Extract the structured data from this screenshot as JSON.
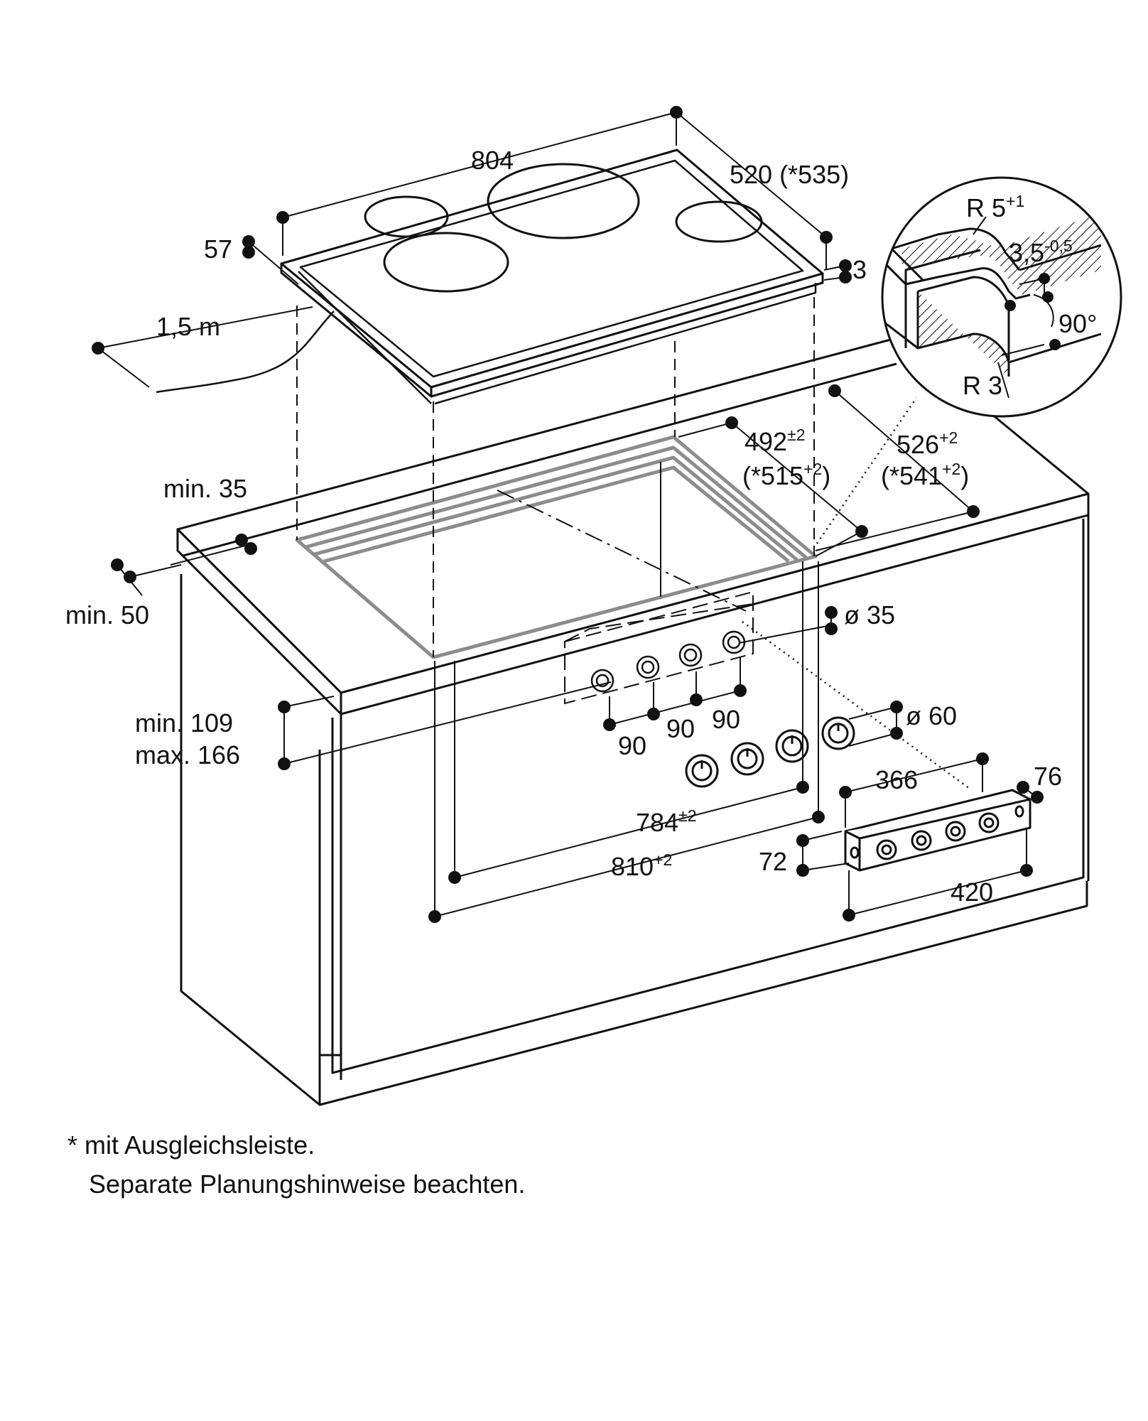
{
  "colors": {
    "line": "#111111",
    "cutout": "#8c8c8c",
    "background": "#ffffff"
  },
  "dims": {
    "d804": "804",
    "d520": "520 (*535)",
    "d57": "57",
    "d3": "3",
    "d15m": "1,5 m",
    "dmin35": "min. 35",
    "dmin50": "min. 50",
    "dmin109": "min. 109",
    "dmax166": "max. 166",
    "d492": "492",
    "d492sup": "±2",
    "d515": "(*515",
    "d515sup": "+2",
    "d515close": ")",
    "d526": "526",
    "d526sup": "+2",
    "d541": "(*541",
    "d541sup": "+2",
    "d541close": ")",
    "dia35": "ø 35",
    "dia60": "ø 60",
    "d90a": "90",
    "d90b": "90",
    "d90c": "90",
    "d784": "784",
    "d784sup": "±2",
    "d810": "810",
    "d810sup": "+2",
    "d366": "366",
    "d76": "76",
    "d72": "72",
    "d420": "420"
  },
  "detail": {
    "r5": "R 5",
    "r5sup": "+1",
    "d35": "3,5",
    "d35sup": "-0,5",
    "angle": "90°",
    "r3": "R 3"
  },
  "notes": {
    "line1": "* mit Ausgleichsleiste.",
    "line2": "Separate Planungshinweise beachten."
  }
}
